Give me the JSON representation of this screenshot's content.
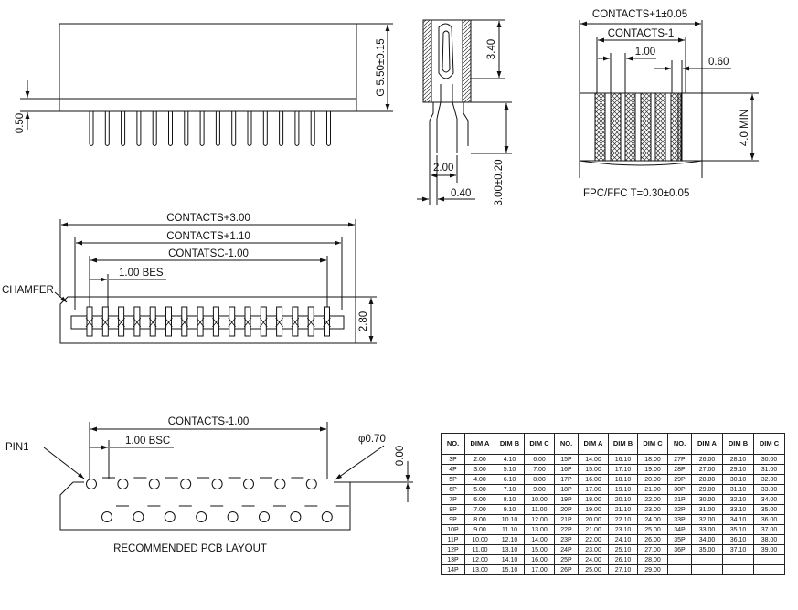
{
  "side_view": {
    "height_label": "G 5.50±0.15",
    "offset_label": "0.50"
  },
  "contact_view": {
    "upper_label": "3.40",
    "lower_label": "3.00±0.20",
    "width_label": "2.00",
    "thickness_label": "0.40"
  },
  "fpc_view": {
    "overall_label": "CONTACTS+1±0.05",
    "inner_label": "CONTACTS-1",
    "pitch_label": "1.00",
    "width_label": "0.60",
    "height_label": "4.0 MIN",
    "caption": "FPC/FFC T=0.30±0.05"
  },
  "top_view": {
    "dim_a_label": "CONTACTS+3.00",
    "dim_b_label": "CONTACTS+1.10",
    "dim_c_label": "CONTATSC-1.00",
    "pitch_label": "1.00 BES",
    "chamfer_label": "CHAMFER",
    "height_label": "2.80"
  },
  "pcb_layout": {
    "span_label": "CONTACTS-1.00",
    "pitch_label": "1.00 BSC",
    "pin_label": "PIN1",
    "hole_label": "φ0.70",
    "offset_label": "0.00",
    "caption": "RECOMMENDED PCB LAYOUT"
  },
  "table": {
    "headers": [
      "NO.",
      "DIM A",
      "DIM B",
      "DIM C",
      "NO.",
      "DIM A",
      "DIM B",
      "DIM C",
      "NO.",
      "DIM A",
      "DIM B",
      "DIM C"
    ],
    "rows": [
      [
        "3P",
        "2.00",
        "4.10",
        "6.00",
        "15P",
        "14.00",
        "16.10",
        "18.00",
        "27P",
        "26.00",
        "28.10",
        "30.00"
      ],
      [
        "4P",
        "3.00",
        "5.10",
        "7.00",
        "16P",
        "15.00",
        "17.10",
        "19.00",
        "28P",
        "27.00",
        "29.10",
        "31.00"
      ],
      [
        "5P",
        "4.00",
        "6.10",
        "8.00",
        "17P",
        "16.00",
        "18.10",
        "20.00",
        "29P",
        "28.00",
        "30.10",
        "32.00"
      ],
      [
        "6P",
        "5.00",
        "7.10",
        "9.00",
        "18P",
        "17.00",
        "19.10",
        "21.00",
        "30P",
        "29.00",
        "31.10",
        "33.00"
      ],
      [
        "7P",
        "6.00",
        "8.10",
        "10.00",
        "19P",
        "18.00",
        "20.10",
        "22.00",
        "31P",
        "30.00",
        "32.10",
        "34.00"
      ],
      [
        "8P",
        "7.00",
        "9.10",
        "11.00",
        "20P",
        "19.00",
        "21.10",
        "23.00",
        "32P",
        "31.00",
        "33.10",
        "35.00"
      ],
      [
        "9P",
        "8.00",
        "10.10",
        "12.00",
        "21P",
        "20.00",
        "22.10",
        "24.00",
        "33P",
        "32.00",
        "34.10",
        "36.00"
      ],
      [
        "10P",
        "9.00",
        "11.10",
        "13.00",
        "22P",
        "21.00",
        "23.10",
        "25.00",
        "34P",
        "33.00",
        "35.10",
        "37.00"
      ],
      [
        "11P",
        "10.00",
        "12.10",
        "14.00",
        "23P",
        "22.00",
        "24.10",
        "26.00",
        "35P",
        "34.00",
        "36.10",
        "38.00"
      ],
      [
        "12P",
        "11.00",
        "13.10",
        "15.00",
        "24P",
        "23.00",
        "25.10",
        "27.00",
        "36P",
        "35.00",
        "37.10",
        "39.00"
      ],
      [
        "13P",
        "12.00",
        "14.10",
        "16.00",
        "25P",
        "24.00",
        "26.10",
        "28.00",
        "",
        "",
        "",
        ""
      ],
      [
        "14P",
        "13.00",
        "15.10",
        "17.00",
        "26P",
        "25.00",
        "27.10",
        "29.00",
        "",
        "",
        "",
        ""
      ]
    ]
  }
}
